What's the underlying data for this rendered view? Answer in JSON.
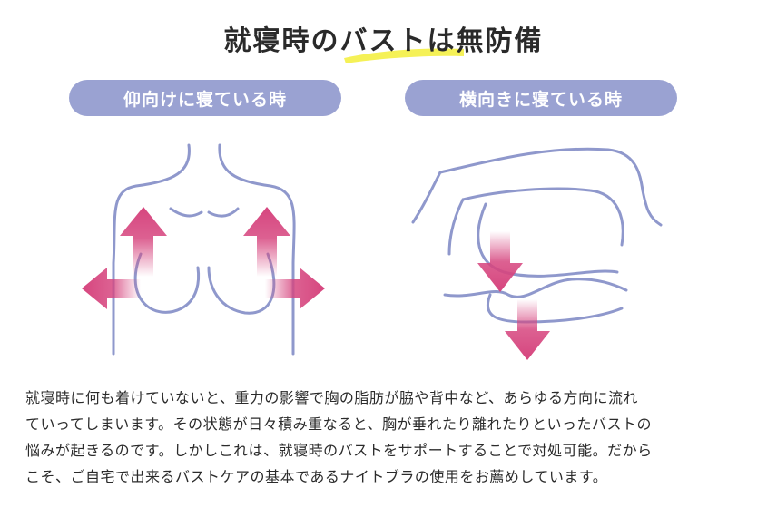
{
  "title": "就寝時のバストは無防備",
  "colors": {
    "pill": "#9aa2d2",
    "line": "#8f98cc",
    "arrow": "#d6457e",
    "highlight": "#f3ee3a"
  },
  "panels": {
    "left_label": "仰向けに寝ている時",
    "right_label": "横向きに寝ている時"
  },
  "body_lines": [
    "就寝時に何も着けていないと、重力の影響で胸の脂肪が脇や背中など、あらゆる方向に流れ",
    "ていってしまいます。その状態が日々積み重なると、胸が垂れたり離れたりといったバストの",
    "悩みが起きるのです。しかしこれは、就寝時のバストをサポートすることで対処可能。だから",
    "こそ、ご自宅で出来るバストケアの基本であるナイトブラの使用をお薦めしています。"
  ]
}
